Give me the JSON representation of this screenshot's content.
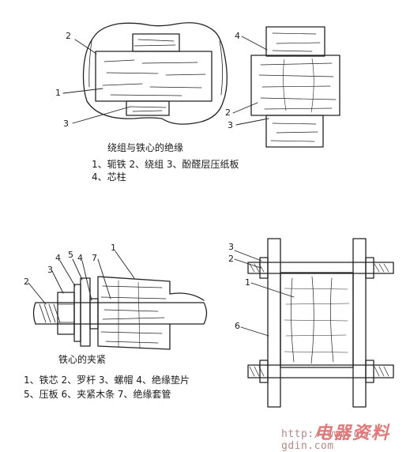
{
  "fig1": {
    "caption": "绕组与铁心的绝缘",
    "legend_line1": "1、轭铁  2、绕组  3、酚醛层压纸板",
    "legend_line2": "4、芯柱",
    "callouts": {
      "n1": "1",
      "n2": "2",
      "n3": "3",
      "n4": "4",
      "n2b": "2",
      "n3b": "3"
    }
  },
  "fig2": {
    "caption": "铁心的夹紧",
    "legend_line1": "1、铁芯  2、罗杆  3、螺帽  4、绝缘垫片",
    "legend_line2": "5、压板  6、夹紧木条  7、绝缘套管",
    "callouts": {
      "n1": "1",
      "n2": "2",
      "n3": "3",
      "n4": "4",
      "n5": "5",
      "n7": "7"
    }
  },
  "fig3": {
    "callouts": {
      "n3": "3",
      "n2": "2",
      "n1": "1",
      "n6": "6"
    }
  },
  "watermark": {
    "url": "http://www.go-gdin.com",
    "brand": "电器资料"
  }
}
